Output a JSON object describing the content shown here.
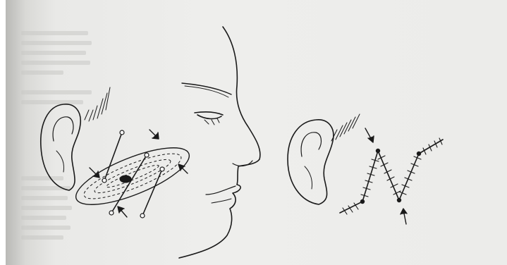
{
  "figure": {
    "panels": [
      {
        "id": "left",
        "subject": "face-profile-with-elliptical-excision-and-z-plasty-incisions"
      },
      {
        "id": "right",
        "subject": "ear-with-sutured-z-shaped-closure"
      }
    ],
    "colors": {
      "ink": "#1a1a1a",
      "paper": "#ececea",
      "bleed_through": "#c4c4c2"
    }
  }
}
